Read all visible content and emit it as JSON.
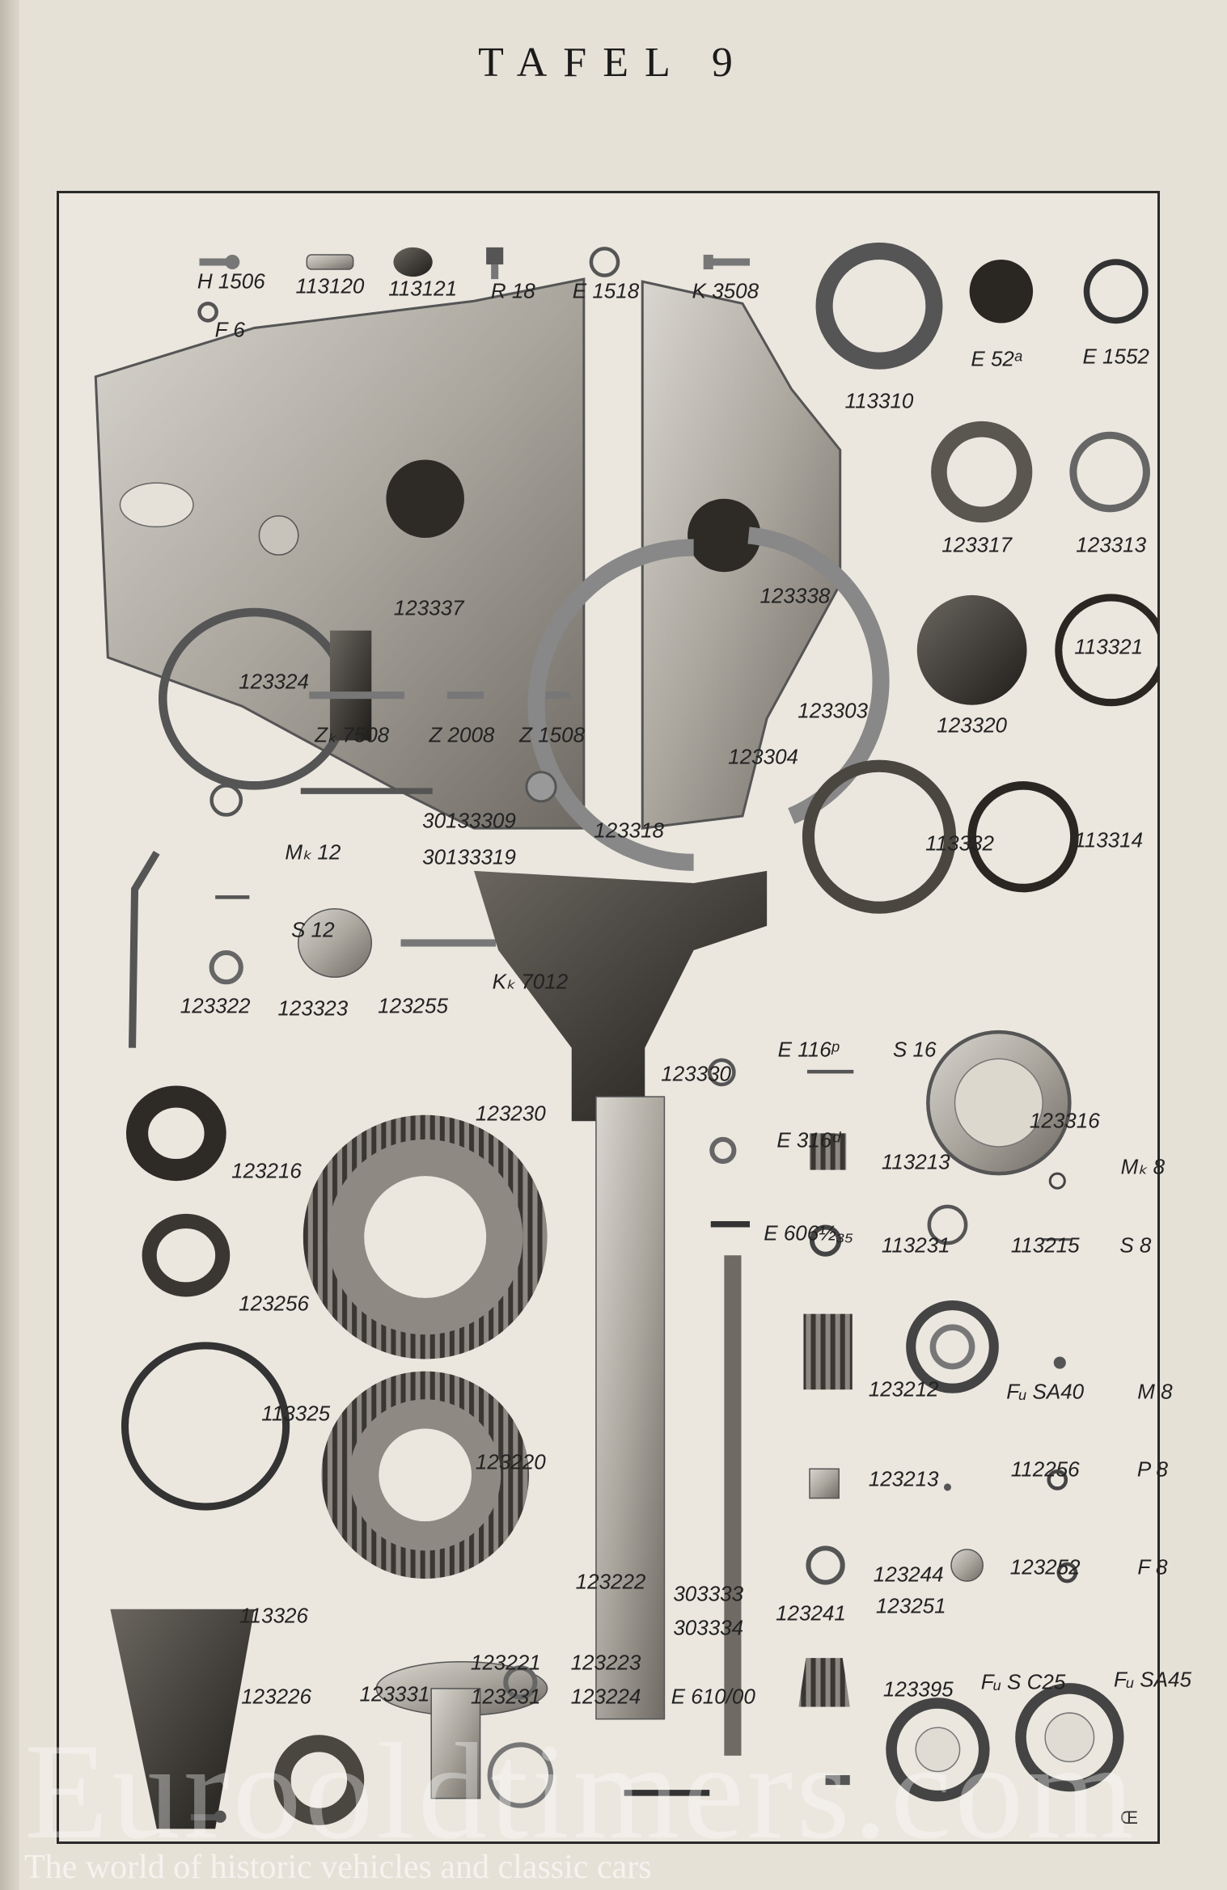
{
  "title": "TAFEL 9",
  "mark": "Œ",
  "watermark": {
    "text": "Eurooldtimers.com",
    "tagline": "The world of historic vehicles and classic cars"
  },
  "parts": [
    "H 1506",
    "F 6",
    "113120",
    "113121",
    "R 18",
    "E 1518",
    "K 3508",
    "113310",
    "E 52ᵃ",
    "E 1552",
    "123317",
    "123313",
    "123337",
    "123338",
    "123324",
    "Zₖ 7508",
    "Z 2008",
    "Z 1508",
    "123303",
    "123304",
    "123320",
    "113321",
    "30133309",
    "30133319",
    "123318",
    "Mₖ 12",
    "113332",
    "113314",
    "S 12",
    "Kₖ 7012",
    "123322",
    "123323",
    "123255",
    "123330",
    "E 116ᵖ",
    "S 16",
    "123316",
    "E 316ᵈ",
    "113213",
    "Mₖ 8",
    "123216",
    "123230",
    "E 606½₃₅",
    "113231",
    "113215",
    "S 8",
    "123256",
    "123212",
    "Fᵤ SA40",
    "M 8",
    "113325",
    "123220",
    "123213",
    "112256",
    "P 8",
    "123244",
    "123252",
    "F 8",
    "113326",
    "123222",
    "303333",
    "303334",
    "123241",
    "123251",
    "123226",
    "123331",
    "123221",
    "123231",
    "123223",
    "123224",
    "E 610/00",
    "123395",
    "Fᵤ S C25",
    "Fᵤ SA45"
  ]
}
